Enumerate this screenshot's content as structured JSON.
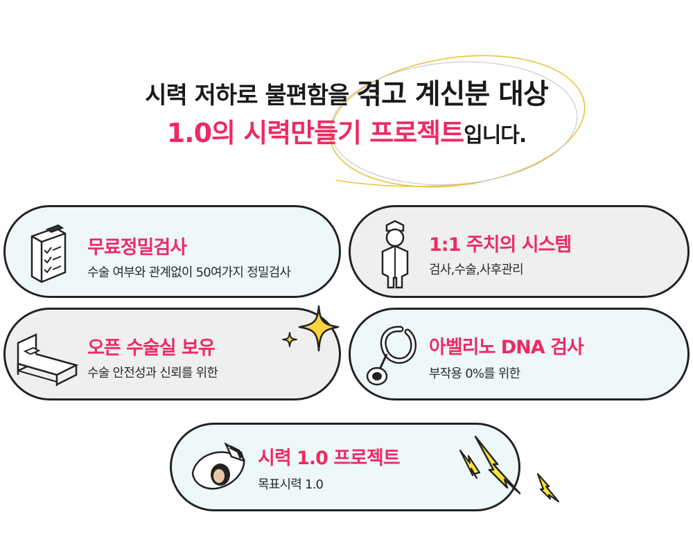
{
  "headline": {
    "line1_part1": "시력 저하로 불편함을",
    "line1_part2": "겪고 계신분 대상",
    "line2_pink": "1.0의 시력만들기  프로젝트",
    "line2_dark": "입니다."
  },
  "cards": [
    {
      "title": "무료정밀검사",
      "subtitle": "수술 여부와 관계없이 50여가지 정밀검사",
      "icon": "clipboard-icon",
      "color": "#eef8f9"
    },
    {
      "title": "1:1 주치의 시스템",
      "subtitle": "검사,수술,사후관리",
      "icon": "nurse-icon",
      "color": "#efefef"
    },
    {
      "title": "오픈 수술실 보유",
      "subtitle": "수술 안전성과 신뢰를 위한",
      "icon": "bed-icon",
      "color": "#efefef"
    },
    {
      "title": "아벨리노 DNA 검사",
      "subtitle": "부작용 0%를 위한",
      "icon": "stethoscope-icon",
      "color": "#eef8f9"
    },
    {
      "title": "시력 1.0 프로젝트",
      "subtitle": "목표시력 1.0",
      "icon": "eye-icon",
      "color": "#eef8f9"
    }
  ],
  "colors": {
    "accent": "#ee2a63",
    "sparkle": "#ffd23f",
    "bolt": "#ffe23a"
  }
}
